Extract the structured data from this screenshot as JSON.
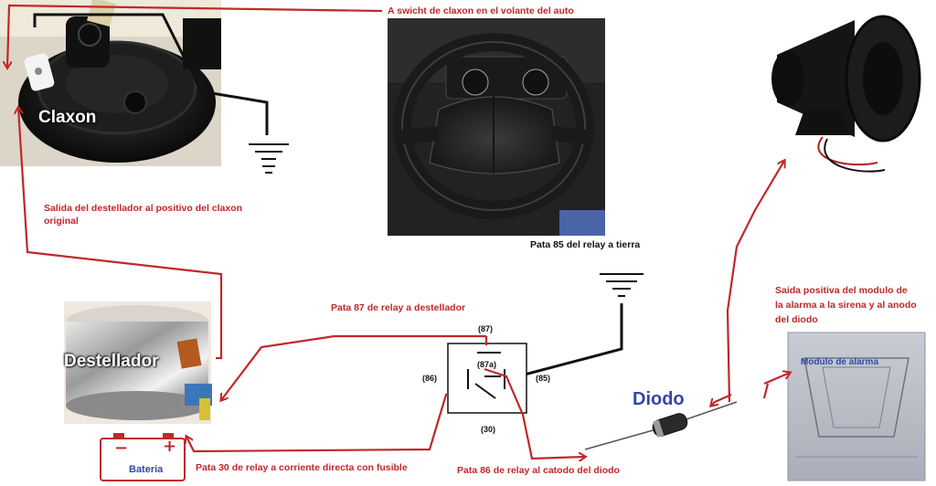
{
  "labels": {
    "switch": "A swicht de claxon en el volante del auto",
    "claxon": "Claxon",
    "salida_line1": "Salida del destellador al positivo del claxon",
    "salida_line2": "original",
    "pata85": "Pata 85 del relay a tierra",
    "pata87": "Pata 87 de relay a destellador",
    "destellador": "Destellador",
    "bateria": "Bateria",
    "bat_minus": "−",
    "bat_plus": "+",
    "pata30": "Pata 30 de relay a corriente directa con fusible",
    "pata86": "Pata 86 de relay al catodo del diodo",
    "diodo": "Diodo",
    "salida_alarma_line1": "Saida positiva del modulo de",
    "salida_alarma_line2": "la alarma a la sirena y al anodo",
    "salida_alarma_line3": "del diodo",
    "modulo": "Modulo de alarma"
  },
  "relay_pins": {
    "p87": "(87)",
    "p87a": "(87a)",
    "p86": "(86)",
    "p85": "(85)",
    "p30": "(30)"
  },
  "colors": {
    "wire_red": "#c0282a",
    "wire_black": "#111111",
    "label_red": "#c0282a",
    "label_blue": "#3446a8"
  },
  "icons": [
    "horn-photo",
    "steering-wheel-photo",
    "siren-photo",
    "flasher-relay-photo",
    "alarm-module-photo",
    "battery-icon",
    "diode-icon",
    "ground-symbol-icon"
  ]
}
